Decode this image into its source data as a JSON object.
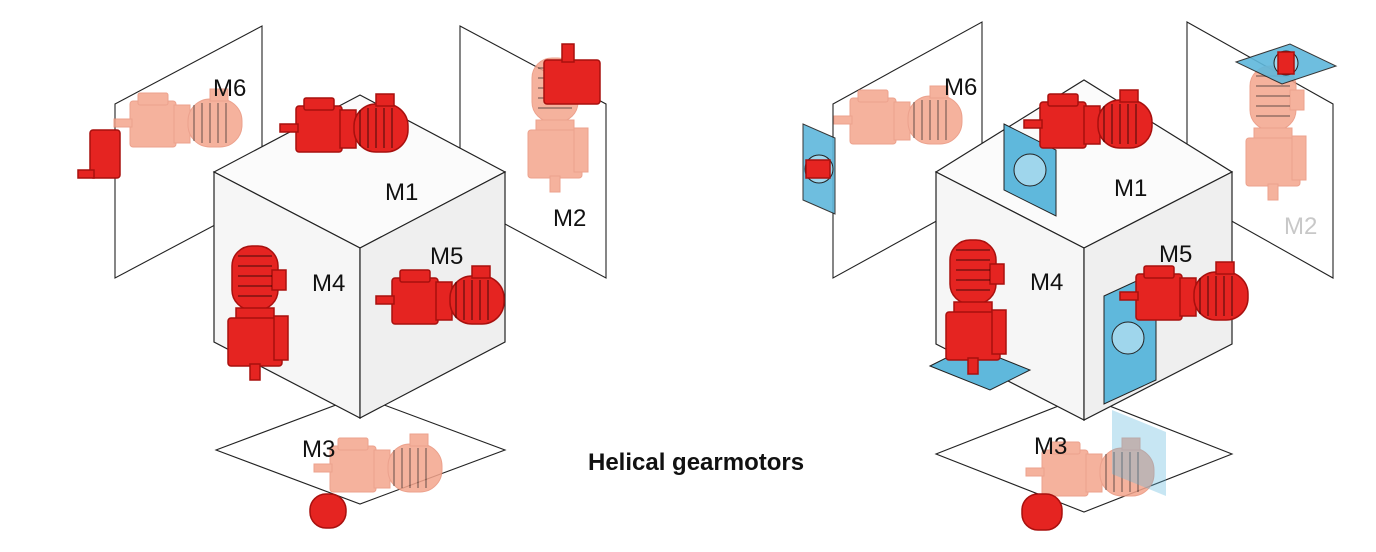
{
  "caption": "Helical gearmotors",
  "colors": {
    "motor": "#e52421",
    "motor_dark": "#a8100e",
    "motor_faded": "#f4a58d",
    "flange": "#5fb8dc",
    "plane_stroke": "#222222"
  },
  "left_diagram": {
    "labels": {
      "m1": "M1",
      "m2": "M2",
      "m3": "M3",
      "m4": "M4",
      "m5": "M5",
      "m6": "M6"
    }
  },
  "right_diagram": {
    "labels": {
      "m1": "M1",
      "m2": "M2",
      "m3": "M3",
      "m4": "M4",
      "m5": "M5",
      "m6": "M6"
    }
  }
}
